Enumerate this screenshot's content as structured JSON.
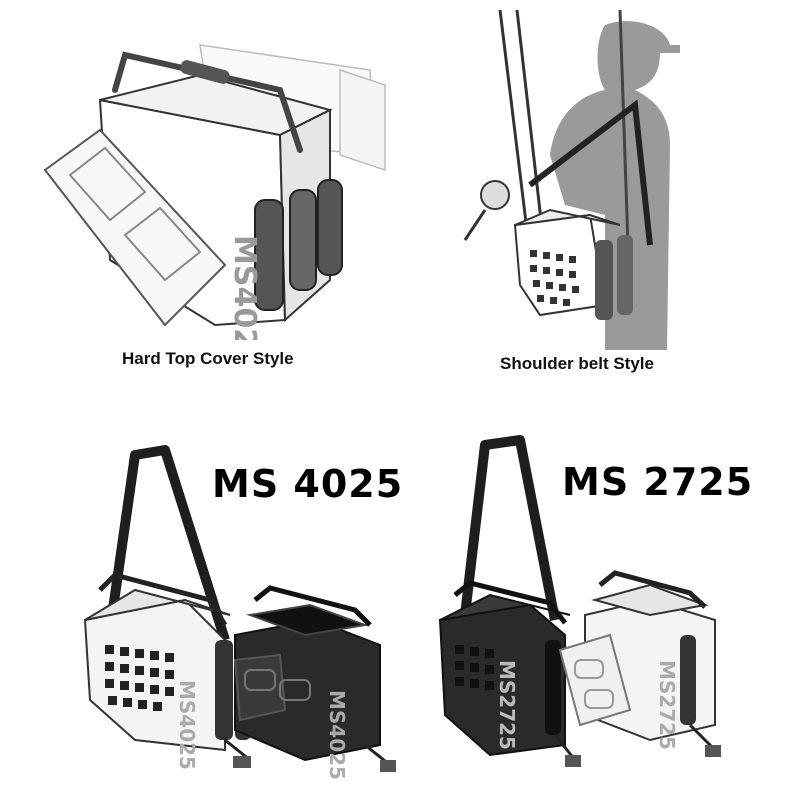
{
  "captions": {
    "hard_top": "Hard Top Cover Style",
    "shoulder_belt": "Shoulder belt Style"
  },
  "models": {
    "left": "MS 4025",
    "right": "MS 2725"
  },
  "box_labels": {
    "ms4025": "MS4025",
    "ms2725": "MS2725"
  },
  "colors": {
    "box_white": "#f4f4f4",
    "box_black": "#2a2a2a",
    "outline": "#333333",
    "silhouette": "#9a9a9a",
    "strap": "#1e1e1e"
  }
}
